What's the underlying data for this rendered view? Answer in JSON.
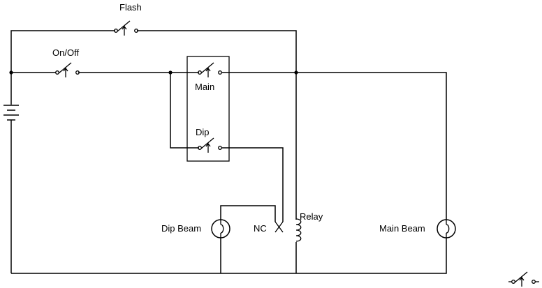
{
  "labels": {
    "flash": "Flash",
    "on_off": "On/Off",
    "main": "Main",
    "dip": "Dip",
    "relay": "Relay",
    "nc": "NC",
    "dip_beam": "Dip Beam",
    "main_beam": "Main Beam"
  },
  "colors": {
    "ink": "#000000",
    "background": "#ffffff"
  }
}
